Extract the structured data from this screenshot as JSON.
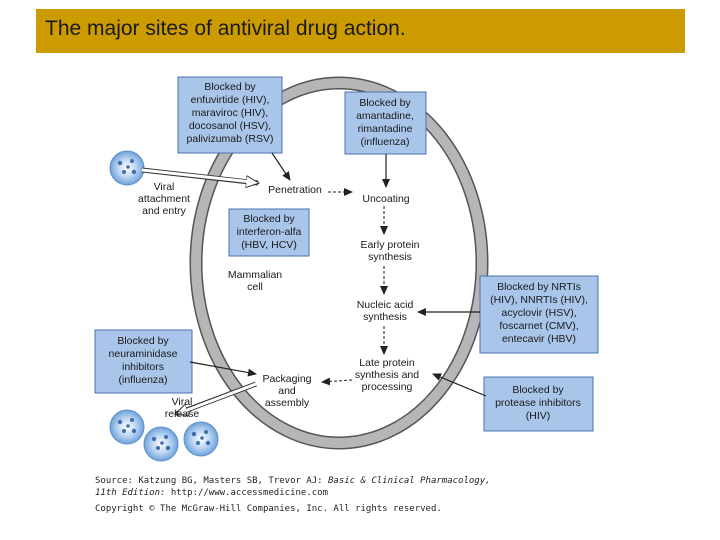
{
  "title": "The major sites of antiviral drug action.",
  "colors": {
    "title_bar": "#cc9b00",
    "box_fill": "#a9c5ea",
    "box_stroke": "#4a72b0",
    "cell_ring": "#b6b6b6",
    "cell_ring_edge": "#555555",
    "virus": "#6fa3dc"
  },
  "cell_label": [
    "Mammalian",
    "cell"
  ],
  "steps": {
    "attachment": [
      "Viral",
      "attachment",
      "and entry"
    ],
    "penetration": [
      "Penetration"
    ],
    "uncoating": [
      "Uncoating"
    ],
    "early_protein": [
      "Early protein",
      "synthesis"
    ],
    "nucleic_acid": [
      "Nucleic acid",
      "synthesis"
    ],
    "late_protein": [
      "Late protein",
      "synthesis and",
      "processing"
    ],
    "packaging": [
      "Packaging",
      "and",
      "assembly"
    ],
    "release": [
      "Viral",
      "release"
    ]
  },
  "drug_boxes": {
    "entry_blockers": [
      "Blocked by",
      "enfuvirtide (HIV),",
      "maraviroc (HIV),",
      "docosanol (HSV),",
      "palivizumab (RSV)"
    ],
    "uncoating_blockers": [
      "Blocked by",
      "amantadine,",
      "rimantadine",
      "(influenza)"
    ],
    "interferon": [
      "Blocked by",
      "interferon-alfa",
      "(HBV, HCV)"
    ],
    "nucleic_blockers": [
      "Blocked by NRTIs",
      "(HIV), NNRTIs (HIV),",
      "acyclovir (HSV),",
      "foscarnet (CMV),",
      "entecavir (HBV)"
    ],
    "neuraminidase": [
      "Blocked by",
      "neuraminidase",
      "inhibitors",
      "(influenza)"
    ],
    "protease": [
      "Blocked by",
      "protease inhibitors",
      "(HIV)"
    ]
  },
  "source": {
    "line1_prefix": "Source: Katzung BG, Masters SB, Trevor AJ: ",
    "line1_title": "Basic & Clinical Pharmacology,",
    "line2_edition": "11th Edition: ",
    "line2_url": "http://www.accessmedicine.com",
    "line3": "Copyright © The McGraw-Hill Companies, Inc. All rights reserved."
  }
}
